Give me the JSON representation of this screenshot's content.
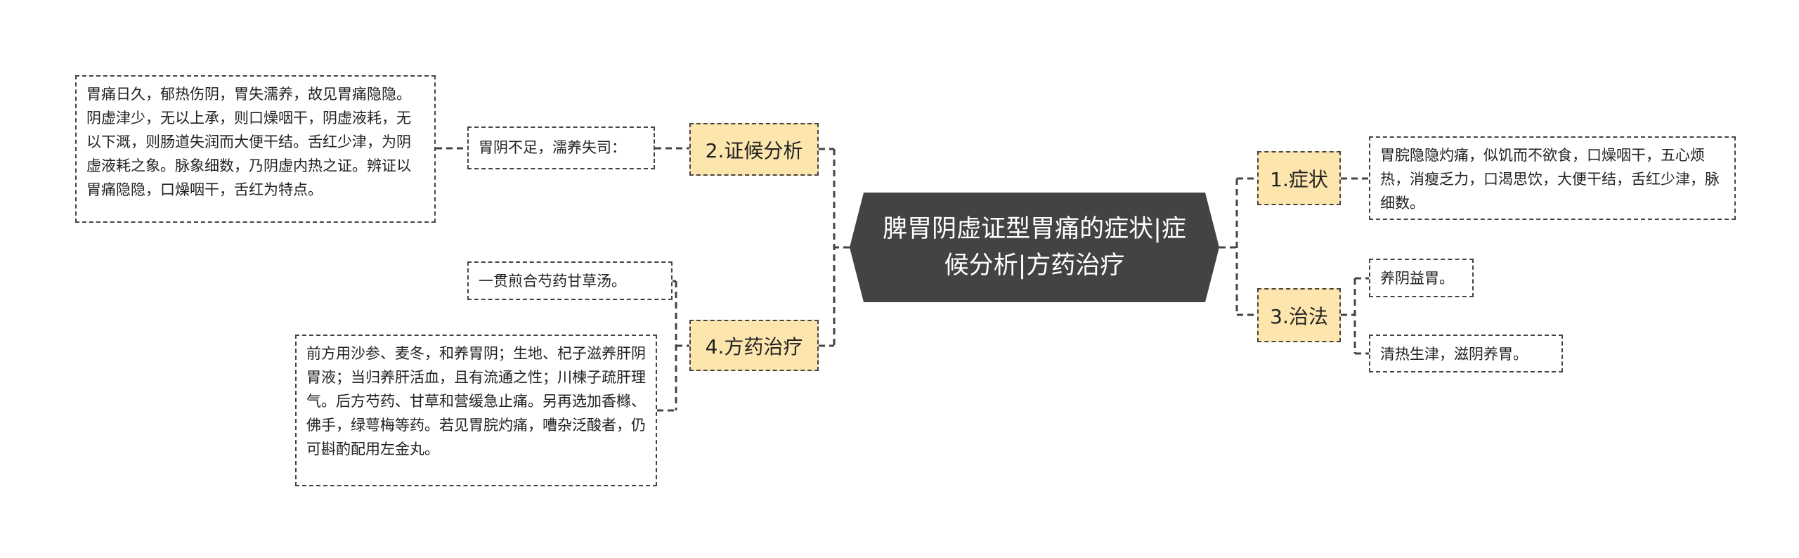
{
  "center": {
    "title": "脾胃阴虚证型胃痛的症状|症候分析|方药治疗"
  },
  "branches": {
    "symptoms": {
      "label": "1.症状",
      "items": [
        "胃脘隐隐灼痛，似饥而不欲食，口燥咽干，五心烦热，消瘦乏力，口渴思饮，大便干结，舌红少津，脉细数。"
      ]
    },
    "analysis": {
      "label": "2.证候分析",
      "sub": "胃阴不足，濡养失司：",
      "detail": "胃痛日久，郁热伤阴，胃失濡养，故见胃痛隐隐。阴虚津少，无以上承，则口燥咽干，阴虚液耗，无以下溉，则肠道失润而大便干结。舌红少津，为阴虚液耗之象。脉象细数，乃阴虚内热之证。辨证以胃痛隐隐，口燥咽干，舌红为特点。"
    },
    "treatment": {
      "label": "3.治法",
      "items": [
        "养阴益胃。",
        "清热生津，滋阴养胃。"
      ]
    },
    "prescription": {
      "label": "4.方药治疗",
      "items": [
        "一贯煎合芍药甘草汤。",
        "前方用沙参、麦冬，和养胃阴；生地、杞子滋养肝阴胃液；当归养肝活血，且有流通之性；川楝子疏肝理气。后方芍药、甘草和营缓急止痛。另再选加香橼、佛手，绿萼梅等药。若见胃脘灼痛，嘈杂泛酸者，仍可斟酌配用左金丸。"
      ]
    }
  },
  "colors": {
    "center_bg": "#434343",
    "topic_bg": "#fde6ad",
    "line": "#444444"
  }
}
